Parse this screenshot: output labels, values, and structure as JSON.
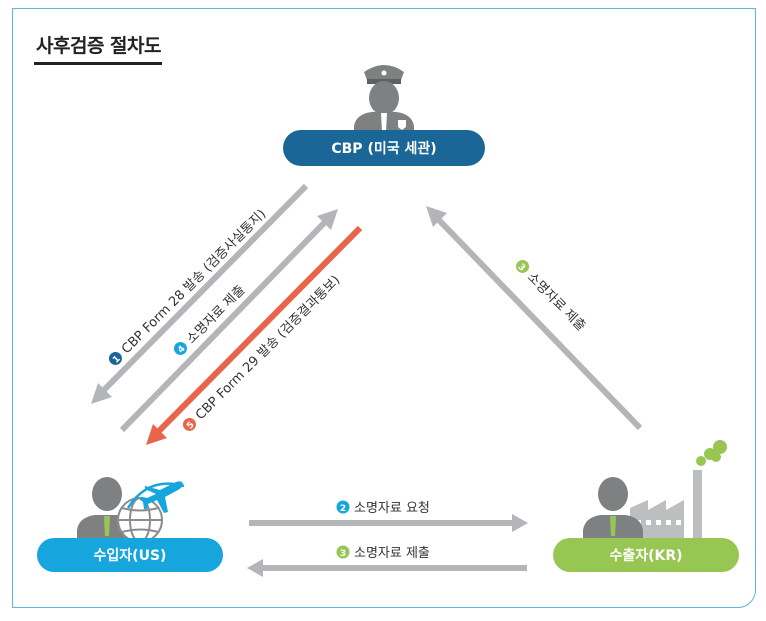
{
  "title": "사후검증 절차도",
  "nodes": {
    "cbp": {
      "label": "CBP (미국 세관)",
      "color": "#1a6697"
    },
    "importer": {
      "label": "수입자(US)",
      "color": "#16a6dd"
    },
    "exporter": {
      "label": "수출자(KR)",
      "color": "#97c653"
    }
  },
  "steps": [
    {
      "num": "1",
      "text": "CBP Form 28 발송 (검증사실통지)",
      "color": "#1a6697"
    },
    {
      "num": "2",
      "text": "소명자료 요청",
      "color": "#16a6dd"
    },
    {
      "num": "3",
      "text": "소명자료 제출",
      "color": "#97c653"
    },
    {
      "num": "4",
      "text": "소명자료 제출",
      "color": "#16a6dd"
    },
    {
      "num": "5",
      "text": "CBP Form 29 발송 (검증결과통보)",
      "color": "#e8644a"
    },
    {
      "num": "3",
      "text": "소명자료 제출",
      "color": "#97c653"
    }
  ],
  "colors": {
    "arrow_gray": "#b3b5b8",
    "arrow_red": "#e8644a",
    "person": "#7e8082",
    "frame": "#5cb8d8"
  }
}
